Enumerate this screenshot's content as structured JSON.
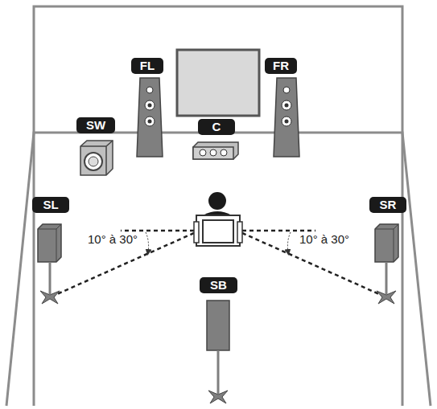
{
  "diagram": {
    "nodes": [
      {
        "text": [
          "FL"
        ]
      },
      {
        "text": [
          "FR"
        ]
      },
      {
        "text": [
          "SW"
        ]
      },
      {
        "text": [
          "C"
        ]
      },
      {
        "text": [
          "SL"
        ]
      },
      {
        "text": [
          "SR"
        ]
      },
      {
        "text": [
          "SB"
        ]
      }
    ],
    "labels": [
      "10° à 30°",
      "10° à 30°"
    ]
  }
}
